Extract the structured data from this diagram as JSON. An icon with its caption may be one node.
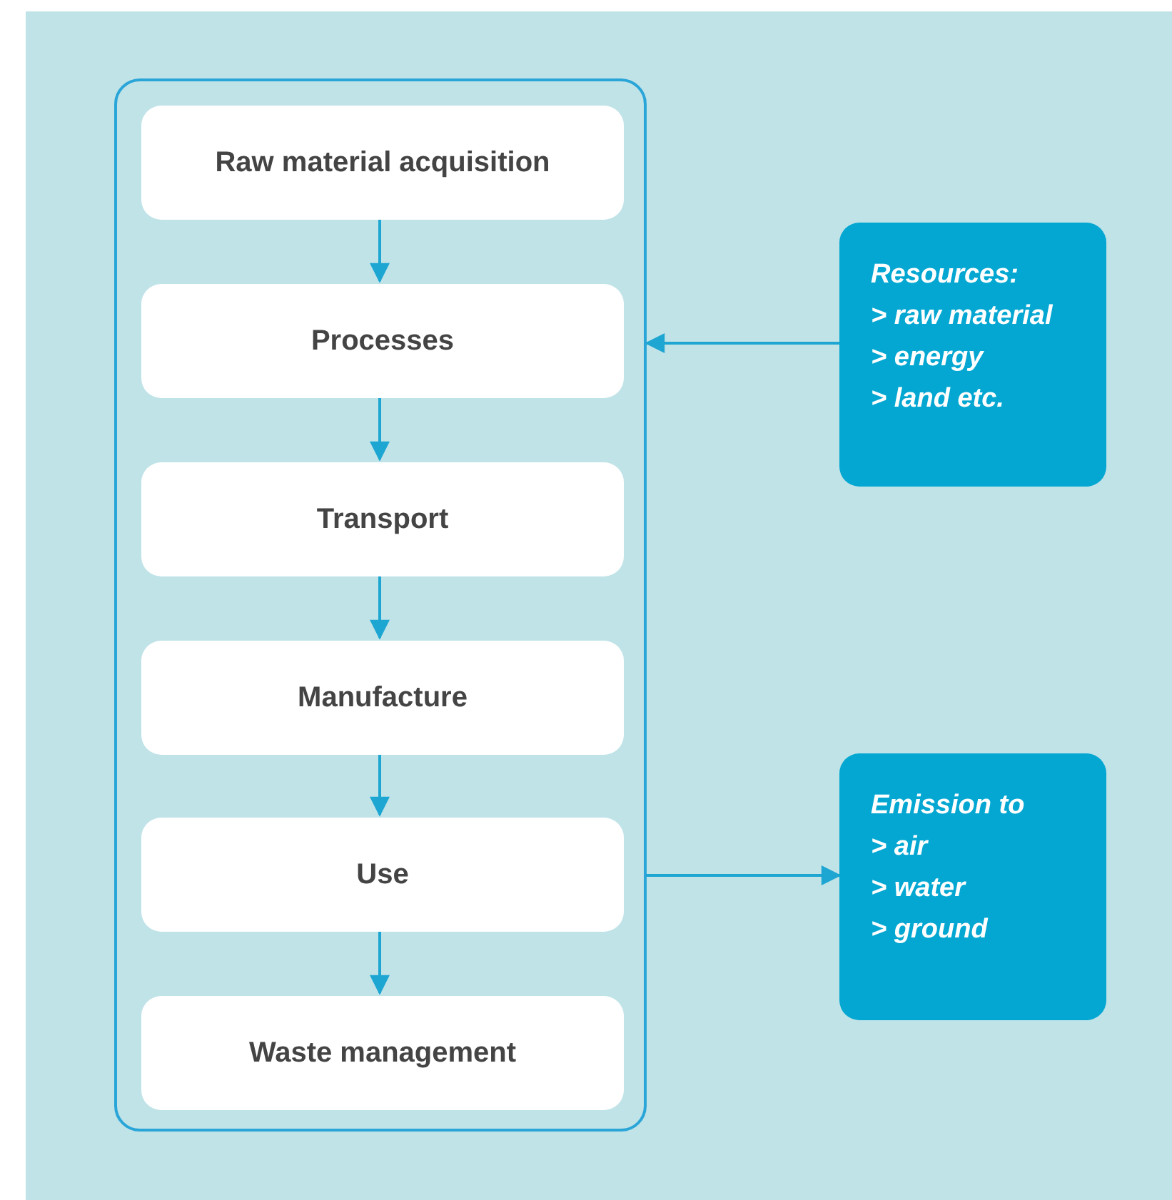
{
  "diagram": {
    "nodes": [
      {
        "text": [],
        "shape": "box"
      },
      {
        "text": [
          "Raw material acquisition"
        ],
        "in": 0
      },
      {
        "text": [
          "Processes"
        ],
        "in": 0
      },
      {
        "text": [
          "Transport"
        ],
        "in": 0
      },
      {
        "text": [
          "Manufacture"
        ],
        "in": 0
      },
      {
        "text": [
          "Use"
        ],
        "in": 0
      },
      {
        "text": [
          "Waste management"
        ],
        "in": 0
      },
      {
        "text": [
          "Resources:",
          "> raw material",
          "> energy",
          "> land etc."
        ]
      },
      {
        "text": [
          "Emission to",
          "> air",
          "> water",
          "> ground"
        ]
      }
    ],
    "edges": [
      {
        "from": 1,
        "to": 2,
        "arrow": "to"
      },
      {
        "from": 2,
        "to": 3,
        "arrow": "to"
      },
      {
        "from": 3,
        "to": 4,
        "arrow": "to"
      },
      {
        "from": 4,
        "to": 5,
        "arrow": "to"
      },
      {
        "from": 5,
        "to": 6,
        "arrow": "to"
      },
      {
        "from": 7,
        "to": 0,
        "arrow": "to"
      },
      {
        "from": 0,
        "to": 8,
        "arrow": "to"
      }
    ]
  }
}
